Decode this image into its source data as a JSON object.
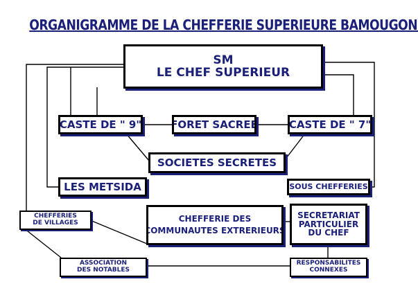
{
  "title": "ORGANIGRAMME DE LA CHEFFERIE SUPERIEURE BAMOUGONG",
  "colors": {
    "text": "#1a1f7a",
    "border": "#000000",
    "shadow": "#1a1f7a",
    "background": "#ffffff"
  },
  "nodes": {
    "chef": {
      "line1": "SM",
      "line2": "LE CHEF SUPERIEUR"
    },
    "caste9": {
      "label": "CASTE DE \" 9\""
    },
    "foret": {
      "label": "FORET SACREE"
    },
    "caste7": {
      "label": "CASTE DE \" 7\""
    },
    "societes": {
      "label": "SOCIETES SECRETES"
    },
    "metsida": {
      "label": "LES METSIDA"
    },
    "sous": {
      "label": "SOUS CHEFFERIES"
    },
    "villages": {
      "line1": "CHEFFERIES",
      "line2": "DE VILLAGES"
    },
    "communautes": {
      "line1": "CHEFFERIE DES",
      "line2": "COMMUNAUTES EXTRERIEURS"
    },
    "secretariat": {
      "line1": "SECRETARIAT",
      "line2": "PARTICULIER",
      "line3": "DU CHEF"
    },
    "notables": {
      "line1": "ASSOCIATION",
      "line2": "DES NOTABLES"
    },
    "responsabilites": {
      "line1": "RESPONSABILITES",
      "line2": "CONNEXES"
    }
  }
}
